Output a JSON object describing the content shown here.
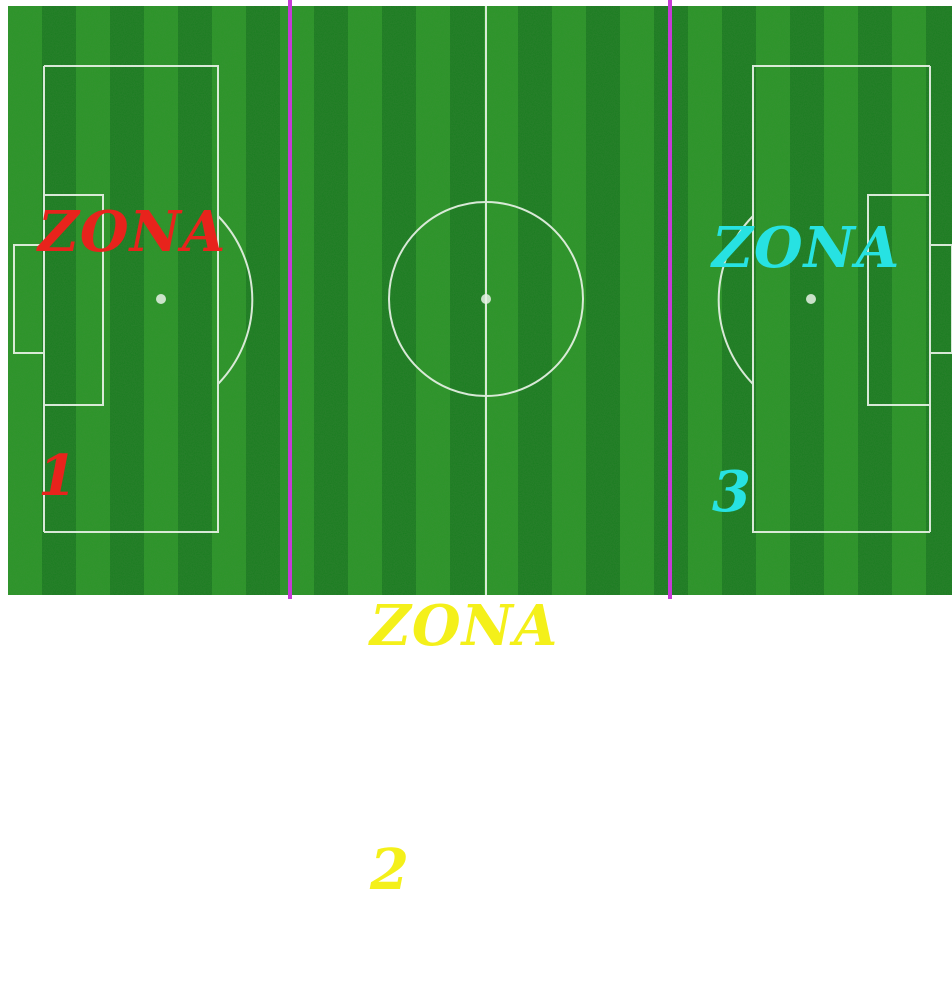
{
  "colors": {
    "grass_dark": "#1e7a1e",
    "grass_light": "#2f9a2c",
    "line": "#e8f2e6",
    "zone_divider": "#c63ad6",
    "zone1": "#e8231c",
    "zone2": "#f4f01a",
    "zone3": "#27e2e2"
  },
  "zones": [
    {
      "id": "zone1",
      "word": "ZONA",
      "number": "1",
      "color": "#e8231c"
    },
    {
      "id": "zone2",
      "word": "ZONA",
      "number": "2",
      "color": "#f4f01a"
    },
    {
      "id": "zone3",
      "word": "ZONA",
      "number": "3",
      "color": "#27e2e2"
    }
  ]
}
